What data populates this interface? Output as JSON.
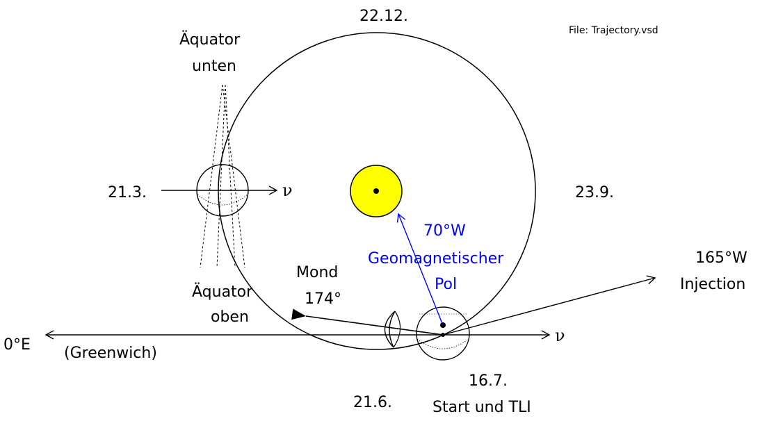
{
  "file_label": "File: Trajectory.vsd",
  "dates": {
    "top": "22.12.",
    "left": "21.3.",
    "right": "23.9.",
    "bottom": "21.6."
  },
  "start": {
    "line1": "16.7.",
    "line2": "Start und TLI"
  },
  "equator_top": {
    "line1": "Äquator",
    "line2": "unten"
  },
  "equator_bottom": {
    "line1": "Äquator",
    "line2": "oben"
  },
  "nu_symbol": "ν",
  "moon": {
    "line1": "Mond",
    "line2": "174°"
  },
  "pole": {
    "line1": "70°W",
    "line2": "Geomagnetischer",
    "line3": "Pol"
  },
  "injection": {
    "line1": "165°W",
    "line2": "Injection"
  },
  "greenwich": {
    "line1": "0°E",
    "line2": "(Greenwich)"
  },
  "colors": {
    "sun_fill": "#ffff00",
    "pole_blue": "#0000ff",
    "ink": "#000000"
  }
}
